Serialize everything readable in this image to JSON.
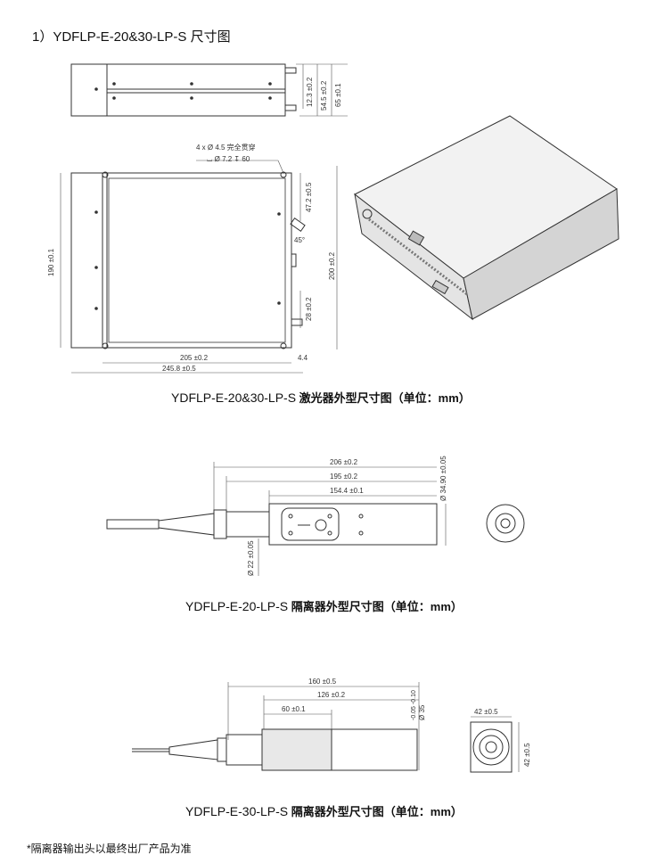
{
  "heading": "1）YDFLP-E-20&30-LP-S 尺寸图",
  "figure1": {
    "caption_en": "YDFLP-E-20&30-LP-S",
    "caption_cn": " 激光器外型尺寸图（单位：mm）",
    "dims": {
      "h12_3": "12.3 ±0.2",
      "h54_5": "54.5 ±0.2",
      "h65": "65 ±0.1",
      "hole_note_1": "4 x Ø 4.5 完全贯穿",
      "hole_note_2": "⌴ Ø 7.2 ↧ 60",
      "d47_2": "47.2 ±0.5",
      "angle45": "45°",
      "d190": "190 ±0.1",
      "d200": "200 ±0.2",
      "d28": "28 ±0.2",
      "d205": "205 ±0.2",
      "d4_4": "4.4",
      "d245_8": "245.8 ±0.5"
    }
  },
  "figure2": {
    "caption_en": "YDFLP-E-20-LP-S",
    "caption_cn": " 隔离器外型尺寸图（单位：mm）",
    "dims": {
      "d206": "206 ±0.2",
      "d195": "195 ±0.2",
      "d154_4": "154.4 ±0.1",
      "d34_9": "Ø 34.90 ±0.05",
      "d22": "Ø 22 ±0.05"
    }
  },
  "figure3": {
    "caption_en": "YDFLP-E-30-LP-S",
    "caption_cn": " 隔离器外型尺寸图（单位：mm）",
    "dims": {
      "d160": "160 ±0.5",
      "d126": "126 ±0.2",
      "d60": "60 ±0.1",
      "d35": "Ø 35",
      "d35_tol": "-0.05 -0.10",
      "d42w": "42 ±0.5",
      "d42h": "42 ±0.5"
    }
  },
  "note": "*隔离器输出头以最终出厂产品为准"
}
